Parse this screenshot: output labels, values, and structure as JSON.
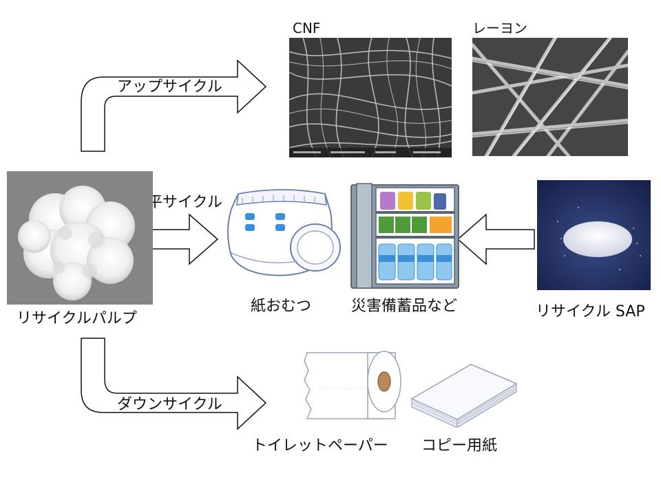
{
  "labels": {
    "cnf": "CNF",
    "rayon": "レーヨン",
    "upcycle": "アップサイクル",
    "horizontal_cycle": "水平サイクル",
    "downcycle": "ダウンサイクル",
    "recycled_pulp": "リサイクルパルプ",
    "paper_diaper": "紙おむつ",
    "disaster_supplies": "災害備蓄品など",
    "recycled_sap": "リサイクル SAP",
    "toilet_paper": "トイレットペーパー",
    "copy_paper": "コピー用紙"
  },
  "colors": {
    "arrow_fill": "#ffffff",
    "arrow_stroke": "#111111",
    "sap_background": "#1f2a57",
    "diaper_accent": "#3a8fd6"
  },
  "icons": {
    "recycled_pulp": "pulp-photo",
    "cnf": "cnf-micrograph",
    "rayon": "rayon-micrograph",
    "sap": "sap-powder-photo",
    "diaper": "diaper-illustration",
    "shelf": "stockpile-shelf-illustration",
    "toilet_paper": "toilet-paper-illustration",
    "copy_paper": "copy-paper-illustration"
  }
}
